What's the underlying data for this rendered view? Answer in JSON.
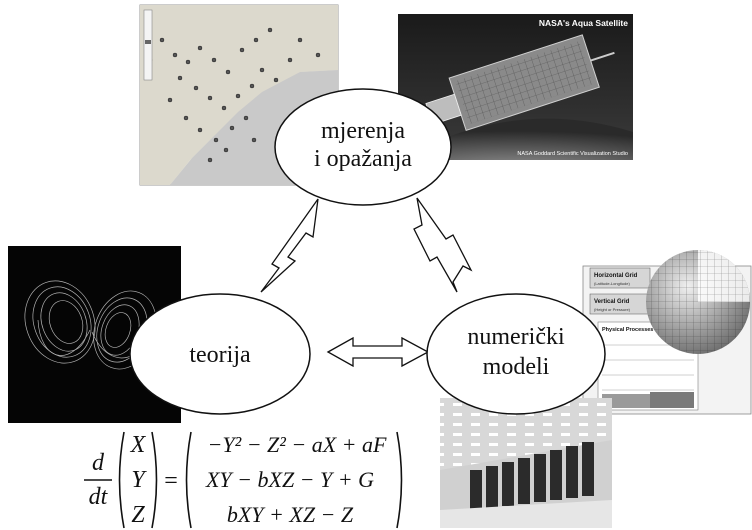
{
  "nodes": {
    "measurements": {
      "line1": "mjerenja",
      "line2": "i opažanja"
    },
    "theory": {
      "label": "teorija"
    },
    "models": {
      "line1": "numerički",
      "line2": "modeli"
    }
  },
  "images": {
    "satellite": {
      "caption": "NASA's Aqua Satellite",
      "credit": "NASA Goddard Scientific Visualization Studio"
    },
    "model_grid": {
      "title1": "Horizontal Grid",
      "sub1": "(Latitude-Longitude)",
      "title2": "Vertical Grid",
      "sub2": "(Height or Pressure)",
      "title3": "Physical Processes in a Model"
    }
  },
  "equation": {
    "d": "d",
    "dt": "dt",
    "vector": [
      "X",
      "Y",
      "Z"
    ],
    "rhs": [
      "−Y² − Z² − aX + aF",
      "XY − bXZ − Y + G",
      "bXY + XZ − Z"
    ],
    "equals": "="
  }
}
